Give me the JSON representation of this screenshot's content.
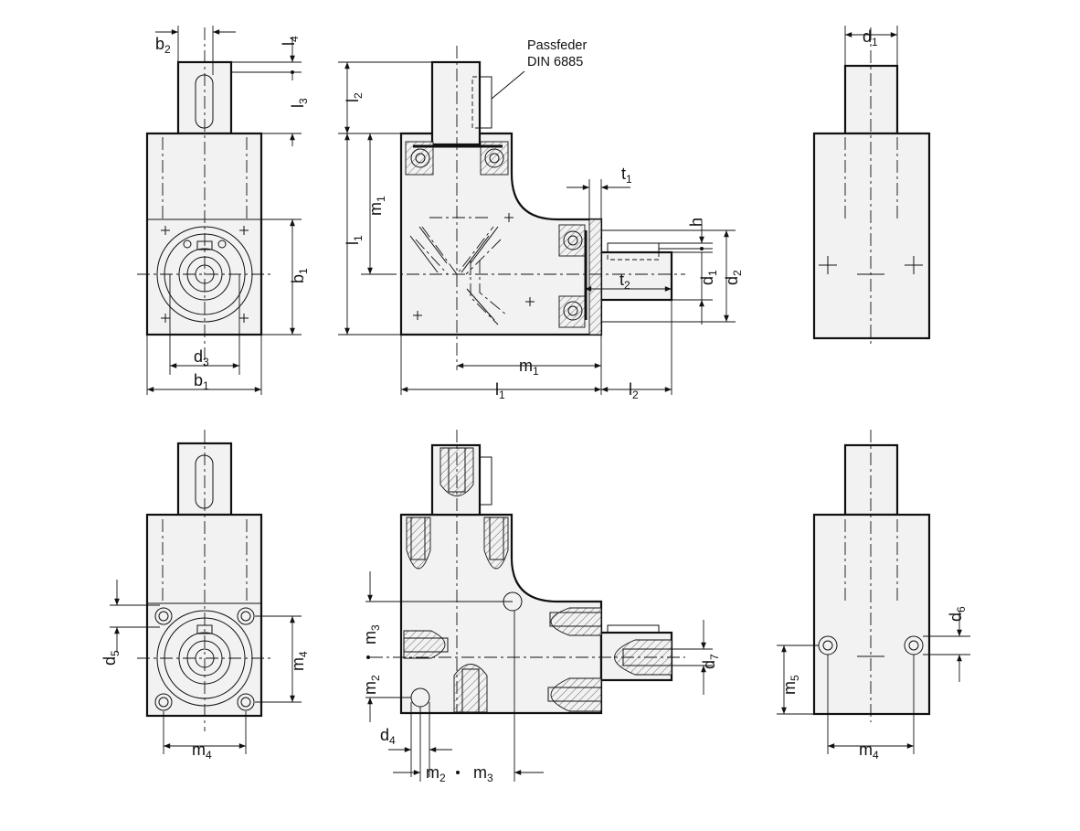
{
  "note": {
    "line1": "Passfeder",
    "line2": "DIN 6885"
  },
  "dims": {
    "b": "b",
    "d": "d",
    "l": "l",
    "m": "m",
    "t": "t",
    "h": "h",
    "s1": "1",
    "s2": "2",
    "s3": "3",
    "s4": "4",
    "s5": "5",
    "s6": "6",
    "s7": "7"
  }
}
